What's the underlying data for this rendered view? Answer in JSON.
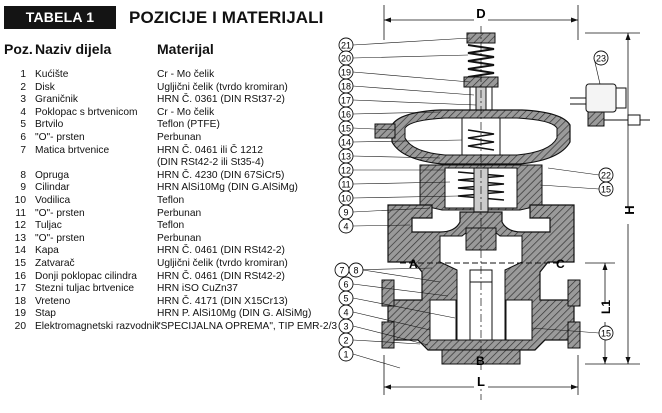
{
  "header": {
    "table_badge": "TABELA 1",
    "title": "POZICIJE I MATERIJALI",
    "col_pos": "Poz.",
    "col_name": "Naziv dijela",
    "col_material": "Materijal"
  },
  "rows": [
    {
      "no": "1",
      "name": "Kućište",
      "material": "Cr - Mo čelik"
    },
    {
      "no": "2",
      "name": "Disk",
      "material": "Ugljični čelik (tvrdo kromiran)"
    },
    {
      "no": "3",
      "name": "Graničnik",
      "material": "HRN Č. 0361 (DIN RSt37-2)"
    },
    {
      "no": "4",
      "name": "Poklopac s brtvenicom",
      "material": "Cr - Mo čelik"
    },
    {
      "no": "5",
      "name": "Brtvilo",
      "material": "Teflon (PTFE)"
    },
    {
      "no": "6",
      "name": "\"O\"- prsten",
      "material": "Perbunan"
    },
    {
      "no": "7",
      "name": "Matica brtvenice",
      "material": "HRN Č. 0461 ili Č 1212"
    },
    {
      "no": "",
      "name": "",
      "material": "(DIN RSt42-2 ili St35-4)"
    },
    {
      "no": "8",
      "name": "Opruga",
      "material": "HRN Č. 4230 (DIN 67SiCr5)"
    },
    {
      "no": "9",
      "name": "Cilindar",
      "material": "HRN  AlSi10Mg (DIN G.AlSiMg)"
    },
    {
      "no": "10",
      "name": "Vodilica",
      "material": "Teflon"
    },
    {
      "no": "11",
      "name": "\"O\"- prsten",
      "material": "Perbunan"
    },
    {
      "no": "12",
      "name": "Tuljac",
      "material": "Teflon"
    },
    {
      "no": "13",
      "name": "\"O\"- prsten",
      "material": "Perbunan"
    },
    {
      "no": "14",
      "name": "Kapa",
      "material": "HRN Č. 0461 (DIN RSt42-2)"
    },
    {
      "no": "15",
      "name": "Zatvarač",
      "material": "Ugljični čelik (tvrdo kromiran)"
    },
    {
      "no": "16",
      "name": "Donji poklopac cilindra",
      "material": "HRN Č. 0461 (DIN RSt42-2)"
    },
    {
      "no": "17",
      "name": "Stezni tuljac brtvenice",
      "material": "HRN iSO CuZn37"
    },
    {
      "no": "18",
      "name": "Vreteno",
      "material": "HRN Č. 4171 (DIN X15Cr13)"
    },
    {
      "no": "19",
      "name": "Stap",
      "material": "HRN  P. AlSi10Mg (DIN G. AlSiMg)"
    },
    {
      "no": "20",
      "name": "Elektromagnetski razvodnik",
      "material": "\"SPECIJALNA OPREMA\", TIP EMR-2/3"
    }
  ],
  "drawing": {
    "dims": {
      "top": "D",
      "bottom": "L",
      "right_total": "H",
      "right_lower": "L1",
      "center": "B"
    },
    "section_letters": {
      "left": "A",
      "right": "C"
    },
    "callouts_left": [
      "21",
      "20",
      "19",
      "18",
      "17",
      "16",
      "15",
      "14",
      "13",
      "12",
      "11",
      "10",
      "9",
      "4",
      "7",
      "8",
      "6",
      "5",
      "4",
      "3",
      "2",
      "1"
    ],
    "callouts_right": [
      "23",
      "22",
      "15",
      "15"
    ]
  }
}
